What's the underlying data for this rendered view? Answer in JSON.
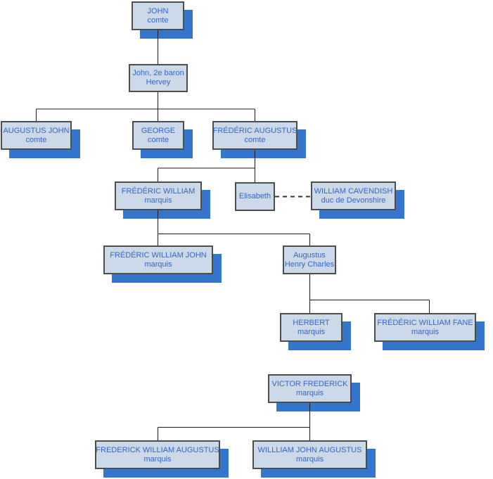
{
  "nodes": [
    {
      "name": "JOHN",
      "title": "comte"
    },
    {
      "name": "John, 2e baron\nHervey",
      "title": ""
    },
    {
      "name": "AUGUSTUS JOHN",
      "title": "comte"
    },
    {
      "name": "GEORGE",
      "title": "comte"
    },
    {
      "name": "FRÉDÉRIC AUGUSTUS",
      "title": "comte"
    },
    {
      "name": "FRÉDÉRIC WILLIAM",
      "title": "marquis"
    },
    {
      "name": "Elisabeth",
      "title": ""
    },
    {
      "name": "WILLIAM CAVENDISH",
      "title": "duc de Devonshire"
    },
    {
      "name": "FRÉDÉRIC WILLIAM JOHN",
      "title": "marquis"
    },
    {
      "name": "Augustus\nHenry Charles",
      "title": ""
    },
    {
      "name": "HERBERT",
      "title": "marquis"
    },
    {
      "name": "FRÉDÉRIC WILLIAM FANE",
      "title": "marquis"
    },
    {
      "name": "VICTOR FREDERICK",
      "title": "marquis"
    },
    {
      "name": "FREDERICK WILLIAM AUGUSTUS",
      "title": "marquis"
    },
    {
      "name": "WILLLIAM JOHN AUGUSTUS",
      "title": "marquis"
    }
  ],
  "edges": [
    {
      "from": "JOHN",
      "to": "John, 2e baron Hervey",
      "type": "solid"
    },
    {
      "from": "John, 2e baron Hervey",
      "to": "AUGUSTUS JOHN",
      "type": "solid"
    },
    {
      "from": "John, 2e baron Hervey",
      "to": "GEORGE",
      "type": "solid"
    },
    {
      "from": "John, 2e baron Hervey",
      "to": "FRÉDÉRIC AUGUSTUS",
      "type": "solid"
    },
    {
      "from": "FRÉDÉRIC AUGUSTUS",
      "to": "FRÉDÉRIC WILLIAM",
      "type": "solid"
    },
    {
      "from": "FRÉDÉRIC AUGUSTUS",
      "to": "Elisabeth",
      "type": "solid"
    },
    {
      "from": "Elisabeth",
      "to": "WILLIAM CAVENDISH",
      "type": "dashed-marriage"
    },
    {
      "from": "FRÉDÉRIC WILLIAM",
      "to": "FRÉDÉRIC WILLIAM JOHN",
      "type": "solid"
    },
    {
      "from": "FRÉDÉRIC WILLIAM",
      "to": "Augustus Henry Charles",
      "type": "solid"
    },
    {
      "from": "Augustus Henry Charles",
      "to": "HERBERT",
      "type": "solid"
    },
    {
      "from": "Augustus Henry Charles",
      "to": "FRÉDÉRIC WILLIAM FANE",
      "type": "solid"
    },
    {
      "from": "VICTOR FREDERICK",
      "to": "FREDERICK WILLIAM AUGUSTUS",
      "type": "solid"
    },
    {
      "from": "VICTOR FREDERICK",
      "to": "WILLLIAM JOHN AUGUSTUS",
      "type": "solid"
    }
  ],
  "colors": {
    "box_fill": "#ccd9e8",
    "box_border": "#4d4d4d",
    "text": "#3366cc",
    "shadow": "#3476cd",
    "line": "#1a1a1a",
    "background": "#ffffff"
  }
}
